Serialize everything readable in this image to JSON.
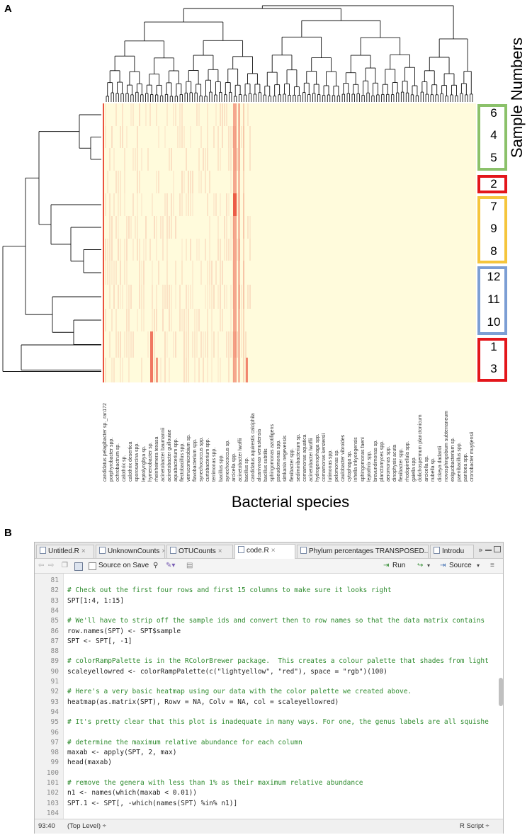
{
  "panel_a": {
    "letter": "A",
    "x_axis_label": "Bacterial species",
    "y_axis_label": "Sample Numbers",
    "colors": {
      "low": "#fffbdc",
      "high": "#e9402c"
    },
    "groups": [
      {
        "color": "#8bc16a",
        "samples": [
          "6",
          "4",
          "5"
        ]
      },
      {
        "color": "#e3161b",
        "samples": [
          "2"
        ]
      },
      {
        "color": "#f5c53c",
        "samples": [
          "7",
          "9",
          "8"
        ]
      },
      {
        "color": "#7c9ed4",
        "samples": [
          "12",
          "11",
          "10"
        ]
      },
      {
        "color": "#e3161b",
        "samples": [
          "1",
          "3"
        ]
      }
    ],
    "species": [
      "candidatus pelagibacter sp._ran172",
      "porphyrobacter spp.",
      "ochrobactrum sp.",
      "calothrix sp.",
      "calothrix desertica",
      "sporosarcina spp.",
      "leptolyngbya sp.",
      "hymenobacter sp.",
      "rheinheimera texasa",
      "acinetobacter baumannii",
      "acinetobacter guillouiae",
      "aquabacterium spp.",
      "flectobacillus spp.",
      "verrucomicrobium sp.",
      "flavobacterium spp.",
      "synechococcus spp.",
      "curtobacterium spp.",
      "terrimonas spp.",
      "bacillus spp.",
      "synechococcus sp.",
      "arcicella spp.",
      "acinetobacter lwoffii",
      "bacillus sp.",
      "candidatus aquirestis calciphila",
      "alcanivorax venustensis",
      "bacillus subtilis",
      "sphingomonas azotifigens",
      "pseudomonas spp.",
      "simkania negevensis",
      "flexibacter spp.",
      "sediminibacterium sp.",
      "comamonas aquatica",
      "acinetobacter lwoffii",
      "hydrogenophaga spp.",
      "comamonas kerstersii",
      "lutimonas spp.",
      "pelomonas sp.",
      "caulobacter vibroides",
      "cytophaga sp.",
      "inhella inkyongensis",
      "sphingomonas faeni",
      "leptothrix spp.",
      "brevundimonas sp.",
      "planctomyces spp.",
      "aeromonas spp.",
      "dinophysis acuta",
      "flexibacter spp.",
      "rhodopirellula spp.",
      "gaiella spp.",
      "dolichospermum planctonicum",
      "arcicella sp.",
      "nubella sp.",
      "dickeya dadantii",
      "novosphingobium subterraneum",
      "exiguobacterium sp.",
      "paenibacillus spp.",
      "pantoea spp.",
      "cronobacter muytjensii"
    ]
  },
  "panel_b": {
    "letter": "B",
    "tabs": [
      {
        "label": "Untitled.R",
        "active": false
      },
      {
        "label": "UnknownCounts",
        "active": false
      },
      {
        "label": "OTUCounts",
        "active": false
      },
      {
        "label": "code.R",
        "active": true
      },
      {
        "label": "Phylum percentages TRANSPOSED....",
        "active": false
      },
      {
        "label": "Introdu",
        "active": false
      }
    ],
    "toolbar": {
      "source_on_save": "Source on Save",
      "run": "Run",
      "source": "Source"
    },
    "code_lines": [
      {
        "n": "81",
        "text": "",
        "comment": false
      },
      {
        "n": "82",
        "text": "# Check out the first four rows and first 15 columns to make sure it looks right",
        "comment": true
      },
      {
        "n": "83",
        "text": "SPT[1:4, 1:15]",
        "comment": false
      },
      {
        "n": "84",
        "text": "",
        "comment": false
      },
      {
        "n": "85",
        "text": "# We'll have to strip off the sample ids and convert then to row names so that the data matrix contains",
        "comment": true
      },
      {
        "n": "86",
        "text": "row.names(SPT) <- SPT$sample",
        "comment": false
      },
      {
        "n": "87",
        "text": "SPT <- SPT[, -1]",
        "comment": false
      },
      {
        "n": "88",
        "text": "",
        "comment": false
      },
      {
        "n": "89",
        "text": "# colorRampPalette is in the RColorBrewer package.  This creates a colour palette that shades from light",
        "comment": true
      },
      {
        "n": "90",
        "text": "scaleyellowred <- colorRampPalette(c(\"lightyellow\", \"red\"), space = \"rgb\")(100)",
        "comment": false
      },
      {
        "n": "91",
        "text": "",
        "comment": false
      },
      {
        "n": "92",
        "text": "# Here's a very basic heatmap using our data with the color palette we created above.",
        "comment": true
      },
      {
        "n": "93",
        "text": "heatmap(as.matrix(SPT), Rowv = NA, Colv = NA, col = scaleyellowred)",
        "comment": false
      },
      {
        "n": "94",
        "text": "",
        "comment": false
      },
      {
        "n": "95",
        "text": "# It's pretty clear that this plot is inadequate in many ways. For one, the genus labels are all squishe",
        "comment": true
      },
      {
        "n": "96",
        "text": "",
        "comment": false
      },
      {
        "n": "97",
        "text": "# determine the maximum relative abundance for each column",
        "comment": true
      },
      {
        "n": "98",
        "text": "maxab <- apply(SPT, 2, max)",
        "comment": false
      },
      {
        "n": "99",
        "text": "head(maxab)",
        "comment": false
      },
      {
        "n": "100",
        "text": "",
        "comment": false
      },
      {
        "n": "101",
        "text": "# remove the genera with less than 1% as their maximum relative abundance",
        "comment": true
      },
      {
        "n": "102",
        "text": "n1 <- names(which(maxab < 0.01))",
        "comment": false
      },
      {
        "n": "103",
        "text": "SPT.1 <- SPT[, -which(names(SPT) %in% n1)]",
        "comment": false
      },
      {
        "n": "104",
        "text": "",
        "comment": false
      }
    ],
    "status": {
      "position": "93:40",
      "scope": "(Top Level) ÷",
      "filetype": "R Script ÷"
    }
  }
}
